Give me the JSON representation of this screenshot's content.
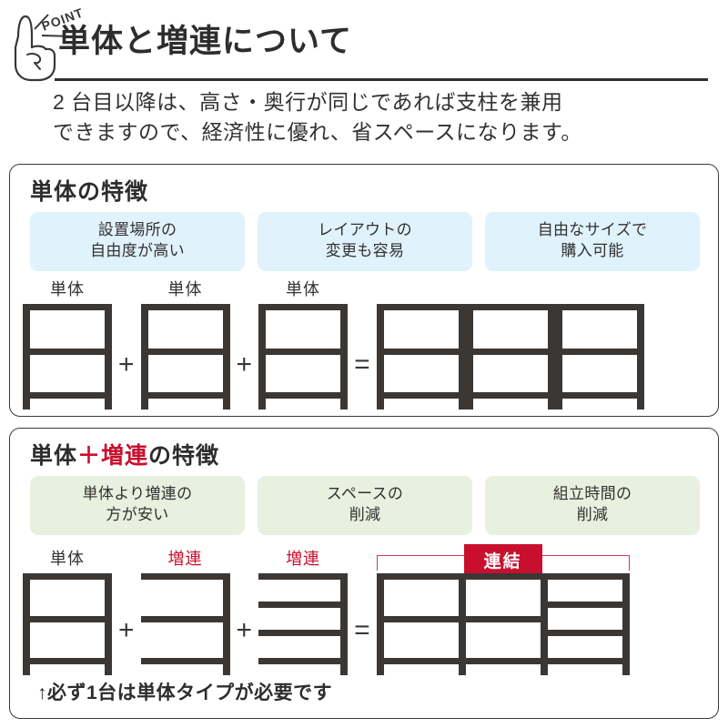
{
  "header": {
    "point_badge": "POINT",
    "title": "単体と増連について",
    "lede_line1": "2 台目以降は、高さ・奥行が同じであれば支柱を兼用",
    "lede_line2": "できますので、経済性に優れ、省スペースになります。"
  },
  "colors": {
    "ink": "#3b3735",
    "accent_red": "#c8102e",
    "chip_blue": "#e0f2fb",
    "chip_green": "#e8f0e0"
  },
  "panel_single": {
    "title": "単体の特徴",
    "chips": [
      "設置場所の\n自由度が高い",
      "レイアウトの\n変更も容易",
      "自由なサイズで\n購入可能"
    ],
    "chip_lines": [
      [
        "設置場所の",
        "自由度が高い"
      ],
      [
        "レイアウトの",
        "変更も容易"
      ],
      [
        "自由なサイズで",
        "購入可能"
      ]
    ],
    "units": [
      {
        "label": "単体",
        "shelves": 3,
        "left_post": true
      },
      {
        "label": "単体",
        "shelves": 3,
        "left_post": true
      },
      {
        "label": "単体",
        "shelves": 3,
        "left_post": true
      }
    ],
    "result_units": [
      {
        "label": "",
        "shelves": 3,
        "left_post": true
      },
      {
        "label": "",
        "shelves": 3,
        "left_post": true
      },
      {
        "label": "",
        "shelves": 3,
        "left_post": true
      }
    ],
    "op_plus": "+",
    "op_equals": "="
  },
  "panel_combo": {
    "title_part1": "単体",
    "title_plus": "＋",
    "title_part2": "増連",
    "title_part3": "の特徴",
    "chip_lines": [
      [
        "単体より増連の",
        "方が安い"
      ],
      [
        "スペースの",
        "削減"
      ],
      [
        "組立時間の",
        "削減"
      ]
    ],
    "units": [
      {
        "label": "単体",
        "label_color": "ink",
        "shelves": 3,
        "left_post": true
      },
      {
        "label": "増連",
        "label_color": "red",
        "shelves": 3,
        "left_post": false
      },
      {
        "label": "増連",
        "label_color": "red",
        "shelves": 4,
        "left_post": false
      }
    ],
    "result_bays": [
      {
        "shelves": 3
      },
      {
        "shelves": 3
      },
      {
        "shelves": 4
      }
    ],
    "connect_banner": "連結",
    "op_plus": "+",
    "op_equals": "=",
    "footnote": "↑必ず1台は単体タイプが必要です"
  }
}
